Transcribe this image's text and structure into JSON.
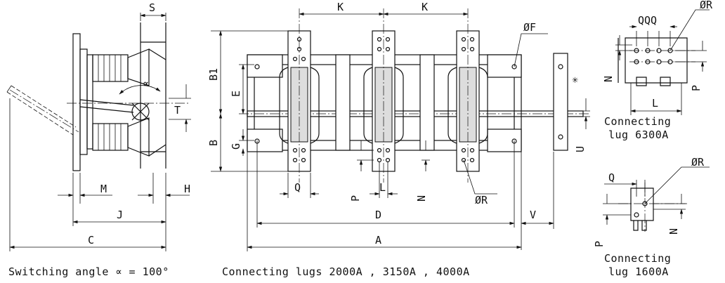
{
  "dimension_labels": {
    "S": "S",
    "K_left": "K",
    "K_right": "K",
    "F": "ØF",
    "R_top": "ØR",
    "R_mid": "ØR",
    "R_bottom": "ØR",
    "Q_top": "QQQ",
    "Q_mid": "Q",
    "Q_bottom": "Q",
    "B1": "B1",
    "E": "E",
    "B": "B",
    "G": "G",
    "T": "T",
    "U": "U",
    "N_top": "N",
    "N_mid": "N",
    "N_bottom": "N",
    "P_top": "P",
    "P_mid": "P",
    "P_bottom": "P",
    "L_top": "L",
    "L_mid": "L",
    "M": "M",
    "H": "H",
    "J": "J",
    "C": "C",
    "D": "D",
    "V": "V",
    "A": "A",
    "alpha": "∝",
    "star": "✳"
  },
  "captions": {
    "switching_angle": "Switching angle  ∝ = 100°",
    "lugs_main": "Connecting lugs 2000A , 3150A , 4000A",
    "lug_6300_line1": "Connecting",
    "lug_6300_line2": "lug 6300A",
    "lug_1600_line1": "Connecting",
    "lug_1600_line2": "lug 1600A"
  }
}
